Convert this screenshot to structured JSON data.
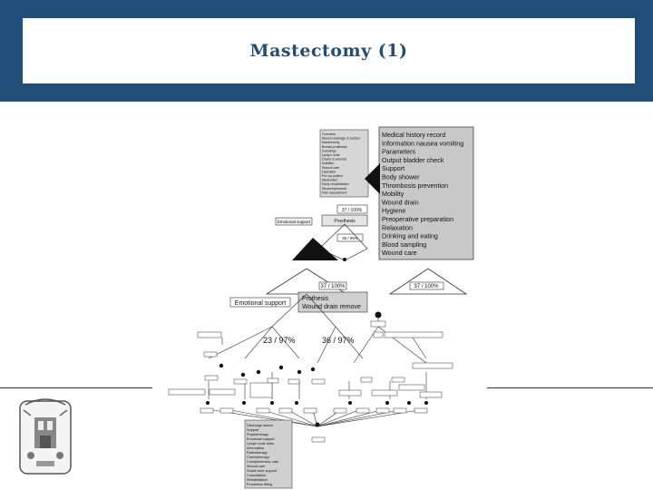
{
  "slide": {
    "title": "Mastectomy (1)"
  },
  "diagram": {
    "top_list": [
      "Overview",
      "Wound drainage & suction",
      "Mastectomy",
      "Breast prosthesis",
      "Dressings",
      "Lymph node",
      "Drains & wounds",
      "Nutrition",
      "Wound care",
      "Hydration",
      "Pre-op patient",
      "Medication",
      "Early rehabilitation",
      "Shower/personal",
      "Pain assessment"
    ],
    "side_list": [
      "Medical history record",
      "Information nausea vomiting",
      "Parameters",
      "Output bladder check",
      "Support",
      "Body shower",
      "Thrombosis prevention",
      "Mobility",
      "Wound drain",
      "Hygiene",
      "Preoperative preparation",
      "Relaxation",
      "Drinking and eating",
      "Blood sampling",
      "Wound care"
    ],
    "top_mid_label": "37 / 100%",
    "top_mid_note": "Prosthesis",
    "top_left_label": "Emotional support",
    "top_small_label": "35 / 95%",
    "mid_left_box": "37 / 100%",
    "mid_right_box": "37 / 100%",
    "emotional_support": "Emotional support",
    "prosthesis_box": [
      "Prothesis",
      "Wound drain remove"
    ],
    "pct_left": "23 / 97%",
    "pct_right": "36 / 97%",
    "bottom_list": [
      "Discharge advice",
      "Support",
      "Physiotherapy",
      "Emotional support",
      "Lymph node drain",
      "Information",
      "Radiotherapy",
      "Chemotherapy",
      "Complementary care",
      "Wound care",
      "Social work support",
      "Consultation",
      "Rehabilitation",
      "Prosthesis fitting"
    ]
  }
}
